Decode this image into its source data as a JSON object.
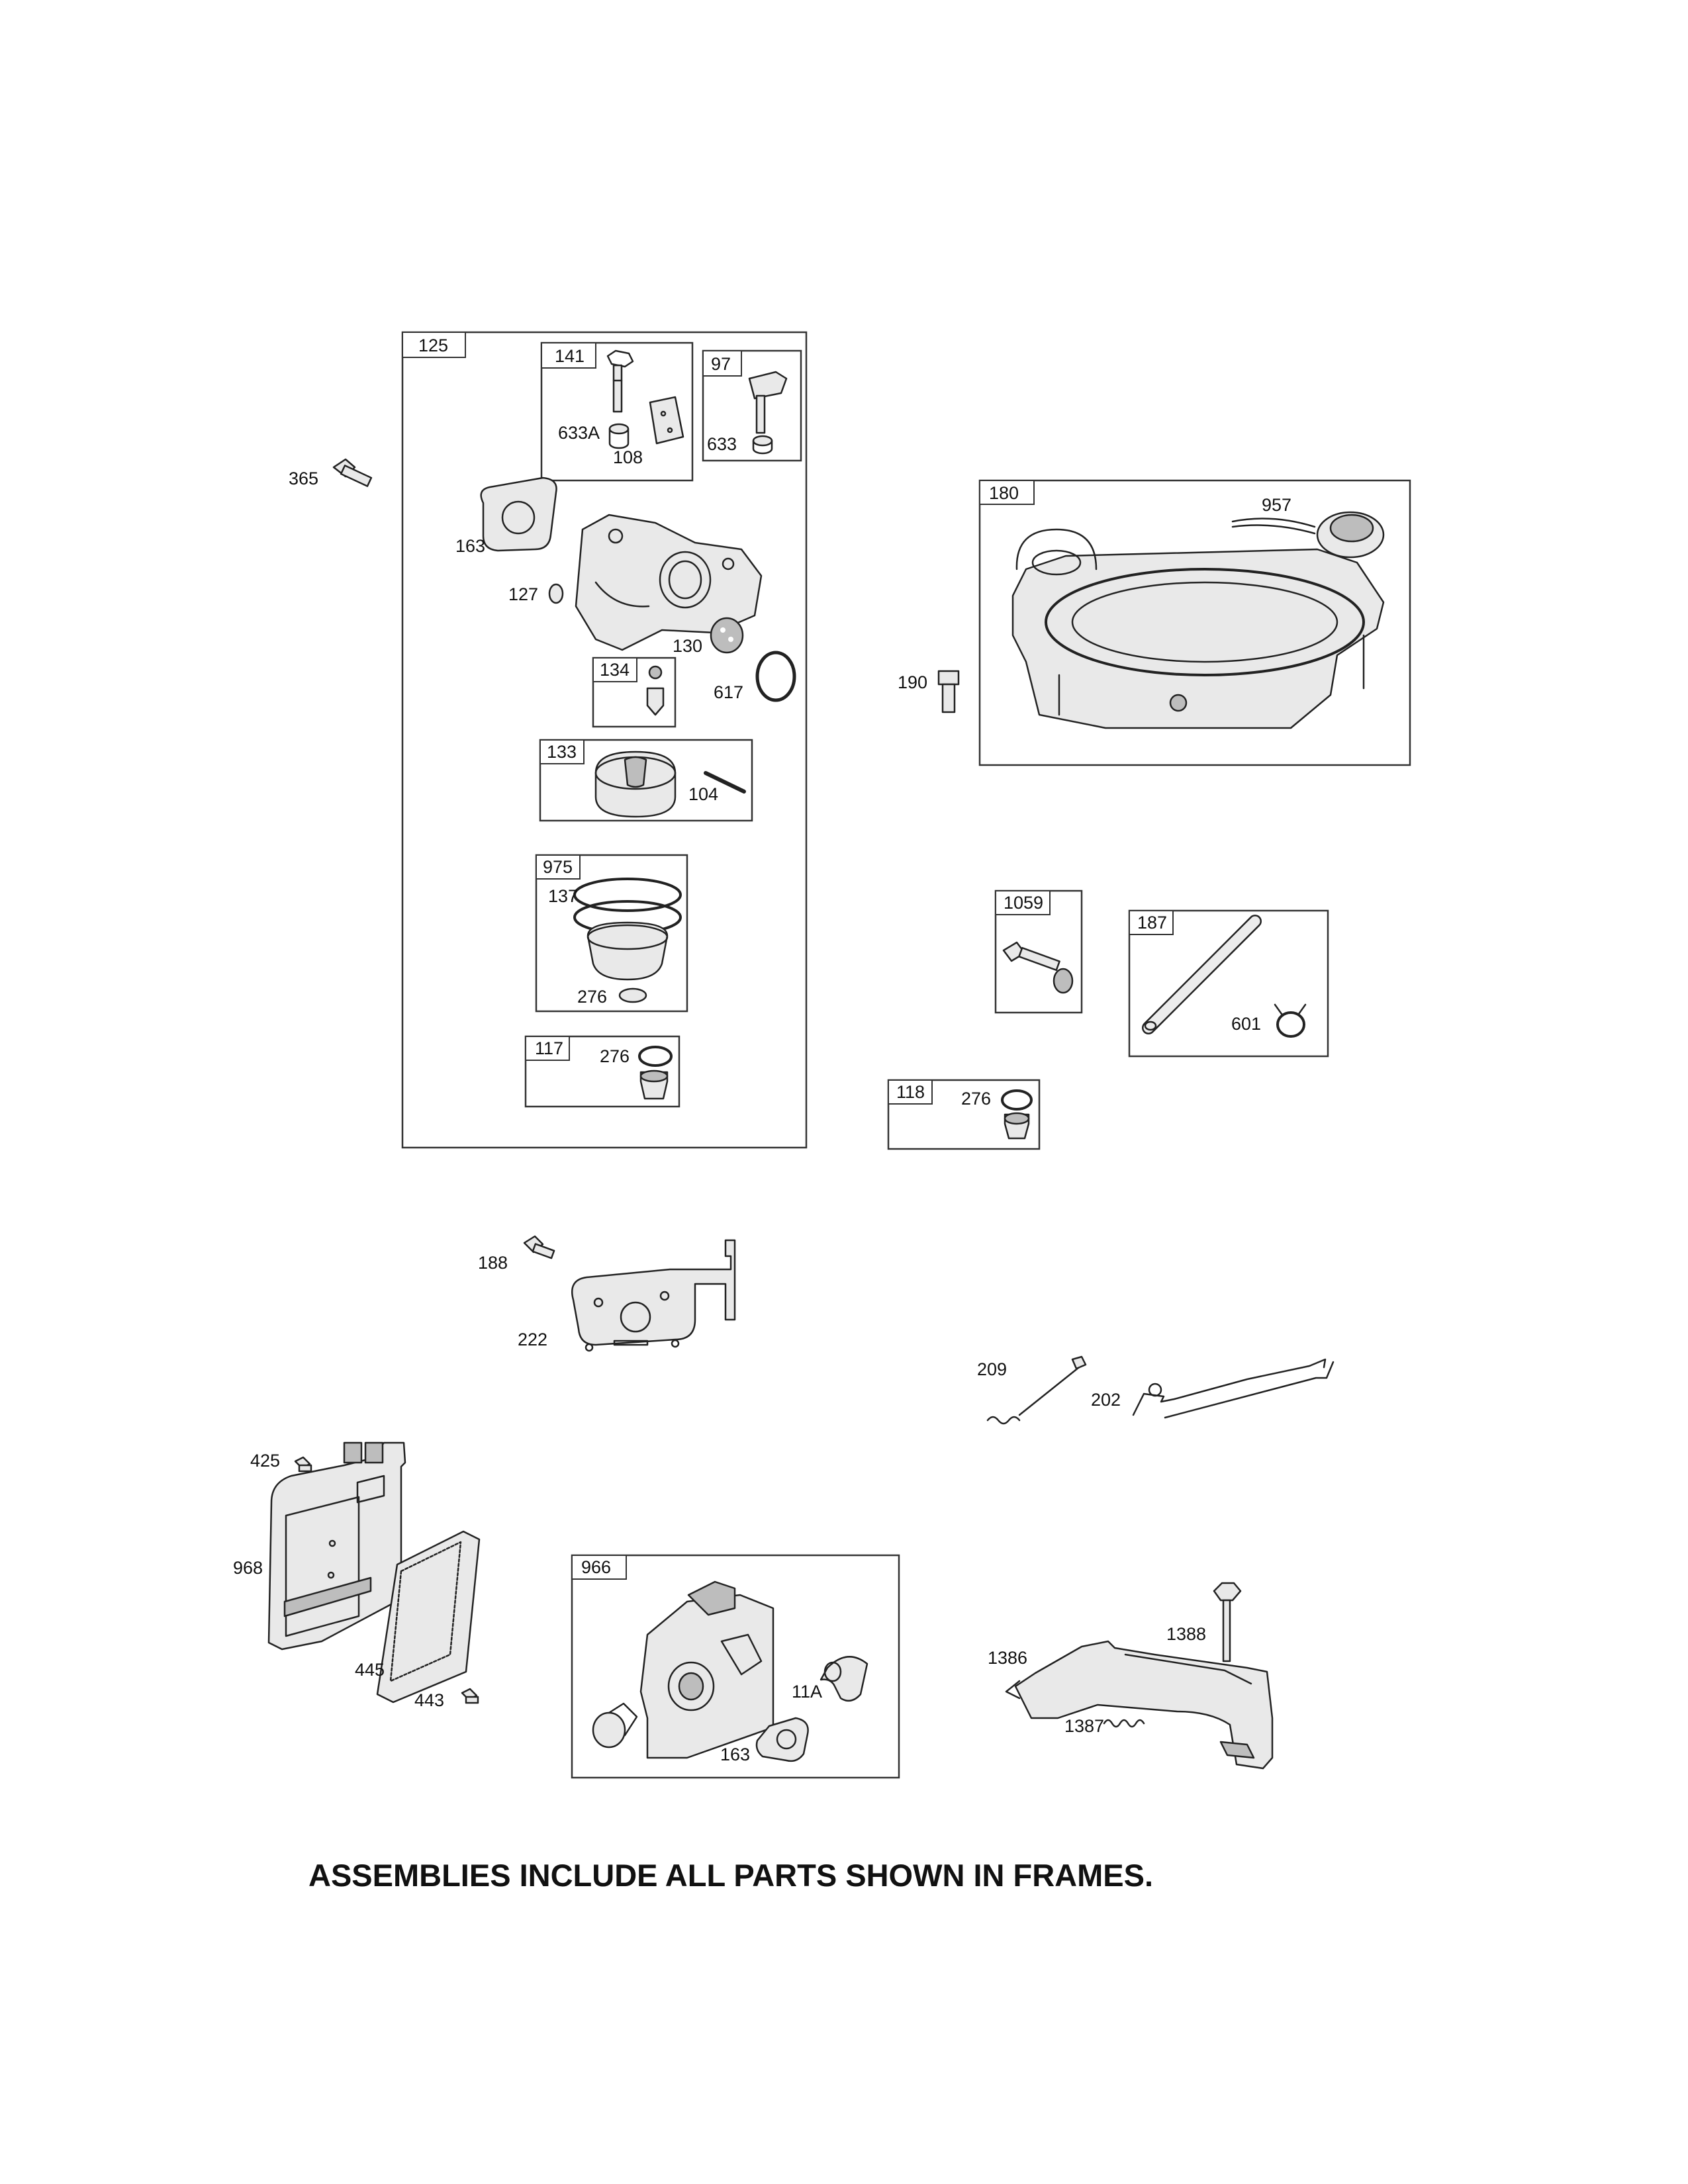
{
  "frames": {
    "125": "125",
    "141": "141",
    "97": "97",
    "180": "180",
    "134": "134",
    "133": "133",
    "975": "975",
    "117": "117",
    "1059": "1059",
    "187": "187",
    "118": "118",
    "966": "966"
  },
  "labels": {
    "l365": "365",
    "l633A": "633A",
    "l108": "108",
    "l633": "633",
    "l163a": "163",
    "l127": "127",
    "l130": "130",
    "l617": "617",
    "l104": "104",
    "l137": "137",
    "l276a": "276",
    "l276b": "276",
    "l957": "957",
    "l190": "190",
    "l601": "601",
    "l276c": "276",
    "l188": "188",
    "l222": "222",
    "l209": "209",
    "l202": "202",
    "l425": "425",
    "l968": "968",
    "l445": "445",
    "l443": "443",
    "l11A": "11A",
    "l163b": "163",
    "l1388": "1388",
    "l1386": "1386",
    "l1387": "1387"
  },
  "footer": "ASSEMBLIES INCLUDE ALL PARTS SHOWN IN FRAMES."
}
